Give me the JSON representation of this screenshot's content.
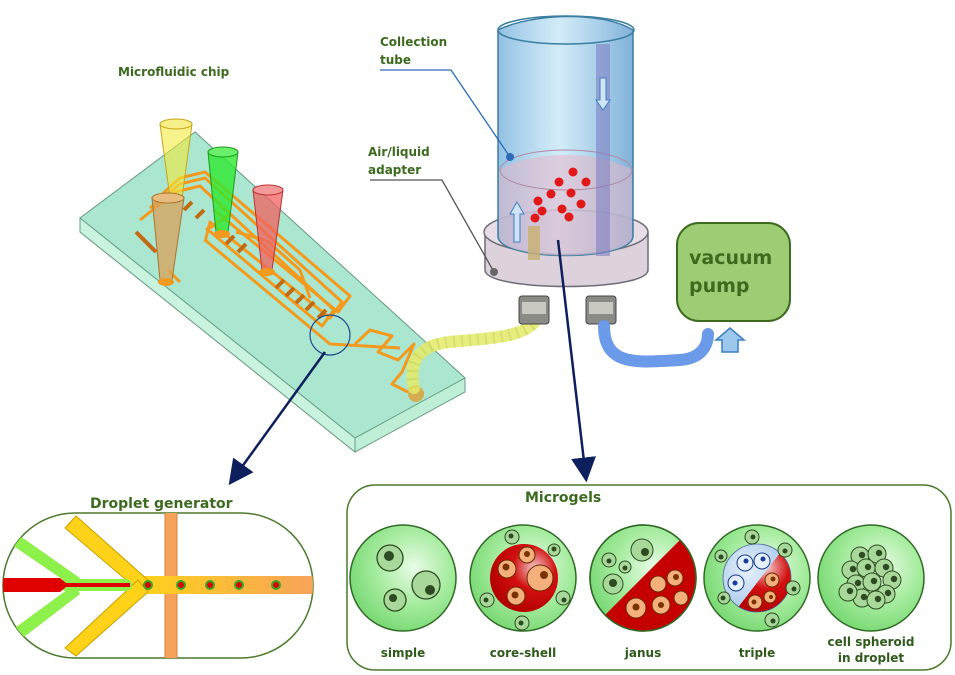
{
  "figure": {
    "labels": {
      "microfluidic_chip": "Microfluidic chip",
      "collection_tube_line1": "Collection",
      "collection_tube_line2": "tube",
      "air_liquid_line1": "Air/liquid",
      "air_liquid_line2": "adapter",
      "vacuum_line1": "vacuum",
      "vacuum_line2": "pump"
    },
    "droplet_generator": {
      "title": "Droplet generator",
      "droplet_count": 5
    },
    "microgels": {
      "title": "Microgels",
      "items": [
        {
          "label": "simple"
        },
        {
          "label": "core-shell"
        },
        {
          "label": "janus"
        },
        {
          "label": "triple"
        },
        {
          "label_line1": "cell spheroid",
          "label_line2": "in droplet"
        }
      ]
    },
    "colors": {
      "label_green": "#3c6b1f",
      "box_border": "#4a7a2a",
      "chip_fill": "#a8e6cf",
      "channel_orange": "#f39a1e",
      "tube_blue": "#8cc4e8",
      "pump_fill": "#9ccc74",
      "arrow_navy": "#0d1f5c",
      "microgel_green": "#8ee08a",
      "cell_red": "#c40000",
      "cell_peach": "#f3b07c"
    }
  }
}
